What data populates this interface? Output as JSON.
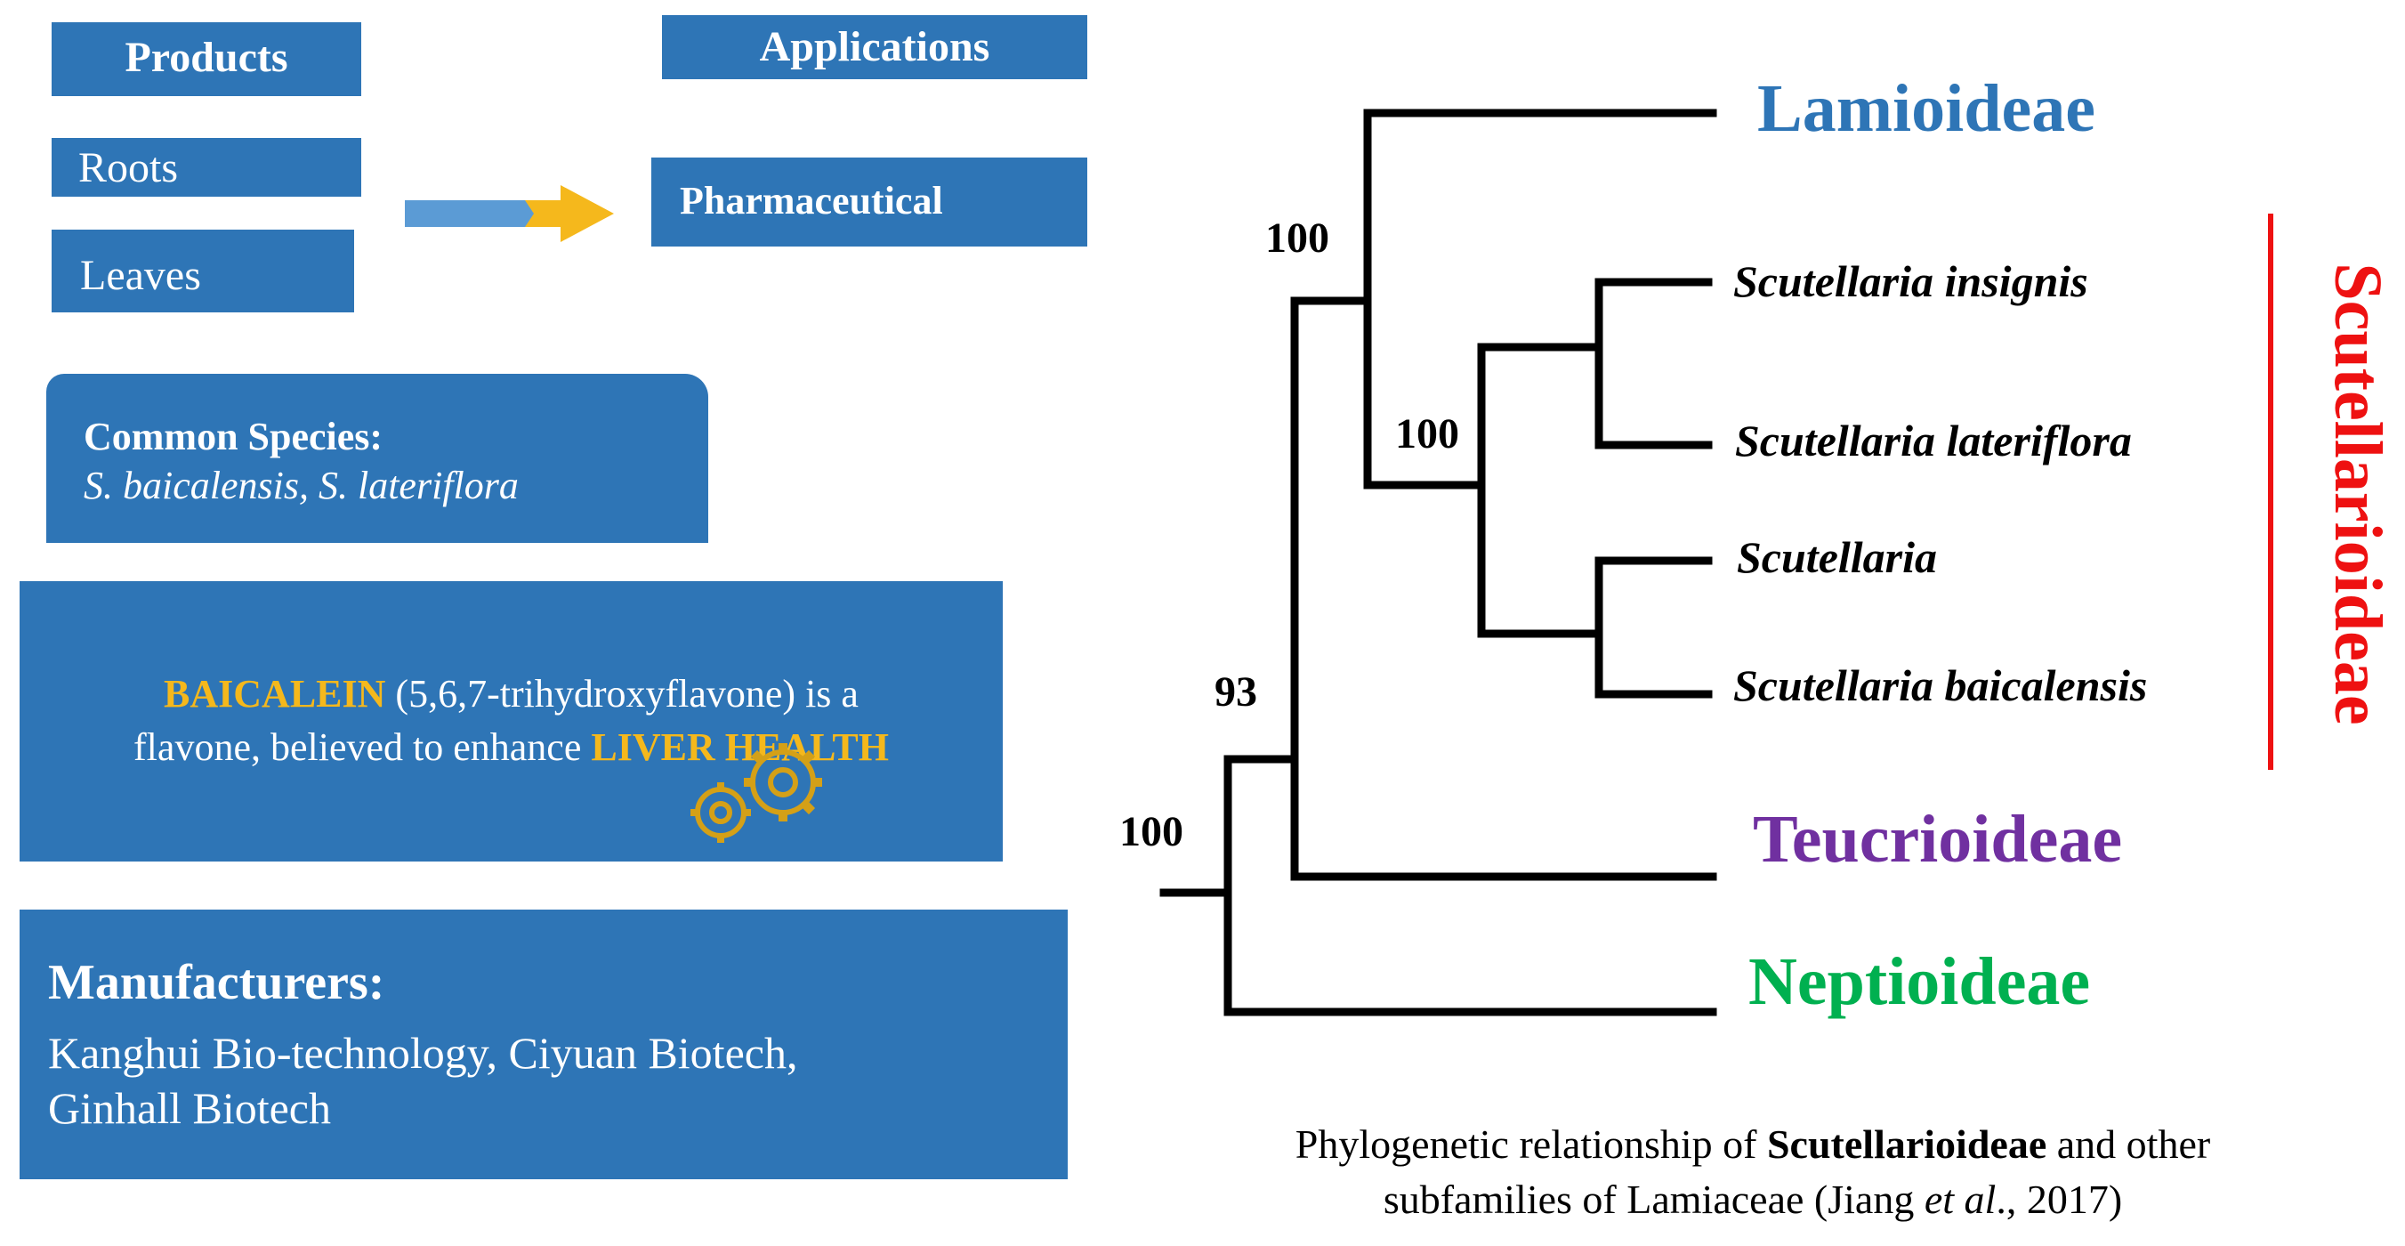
{
  "products": {
    "label": "Products"
  },
  "applications": {
    "label": "Applications"
  },
  "roots": {
    "label": "Roots"
  },
  "leaves": {
    "label": "Leaves"
  },
  "pharmaceutical": {
    "label": "Pharmaceutical"
  },
  "common_species": {
    "title": "Common Species:",
    "list": "S. baicalensis, S. lateriflora"
  },
  "baicalein": {
    "name": "BAICALEIN",
    "text1": " (5,6,7-trihydroxyflavone) is a",
    "text2": "flavone, believed to enhance ",
    "highlight": "LIVER HEALTH",
    "icon": "gears-icon"
  },
  "manufacturers": {
    "title": "Manufacturers:",
    "line1": "Kanghui Bio-technology, Ciyuan Biotech,",
    "line2": "Ginhall Biotech"
  },
  "tree": {
    "support_values": [
      "100",
      "100",
      "93",
      "100"
    ],
    "subfamilies": [
      "Lamioideae",
      "Teucrioideae",
      "Neptioideae"
    ],
    "species": [
      "Scutellaria insignis",
      "Scutellaria lateriflora",
      "Scutellaria",
      "Scutellaria baicalensis"
    ],
    "clade_label": "Scutellarioideae"
  },
  "caption": {
    "part1": "Phylogenetic relationship of ",
    "bold": "Scutellarioideae",
    "part2": " and other",
    "part3": "subfamilies of Lamiaceae (Jiang ",
    "italic": "et al",
    "part4": "., 2017)"
  },
  "colors": {
    "box_blue": "#2e75b6",
    "arrow_blue": "#5b9bd5",
    "arrow_gold": "#f5b81c",
    "lamioideae": "#2e75b6",
    "teucrioideae": "#7030a0",
    "neptioideae": "#00b050",
    "scutellarioideae": "#ee1111"
  }
}
